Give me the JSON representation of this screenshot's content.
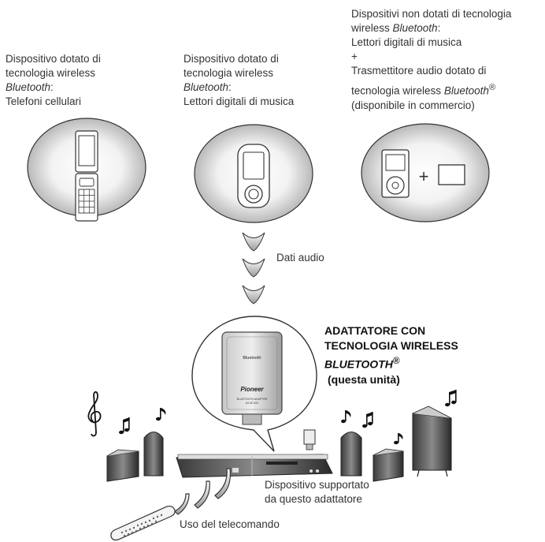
{
  "device_bt_phone": {
    "line1": "Dispositivo dotato di",
    "line2": "tecnologia wireless",
    "line3": "Bluetooth",
    "line3_suffix": ":",
    "line4": "Telefoni cellulari"
  },
  "device_bt_player": {
    "line1": "Dispositivo dotato di",
    "line2": "tecnologia wireless",
    "line3": "Bluetooth",
    "line3_suffix": ":",
    "line4": "Lettori digitali di musica"
  },
  "device_no_bt": {
    "line1": "Dispositivi non dotati di tecnologia",
    "line2_prefix": "wireless ",
    "line2_italic": "Bluetooth",
    "line2_suffix": ":",
    "line3": "Lettori digitali di musica",
    "plus": "+",
    "line4": "Trasmettitore audio dotato di",
    "line5_prefix": "tecnologia wireless ",
    "line5_italic": "Bluetooth",
    "line5_sup": "®",
    "line6": "(disponibile in commercio)"
  },
  "plus_sign": "+",
  "audio_label": "Dati audio",
  "adapter_label": {
    "line1": "ADATTATORE CON",
    "line2": "TECNOLOGIA WIRELESS",
    "line3": "BLUETOOTH",
    "line3_sup": "®",
    "line4": "(questa unità)"
  },
  "adapter_device": {
    "brand_bluetooth": "Bluetooth",
    "brand_pioneer": "Pioneer",
    "model_line1": "BLUETOOTH ADAPTER",
    "model_line2": "AS-BT100"
  },
  "supported_label": {
    "line1": "Dispositivo supportato",
    "line2": "da questo adattatore"
  },
  "remote_label": "Uso del telecomando",
  "icons": [
    "music-note-icon",
    "treble-clef-icon",
    "mobile-phone-icon",
    "music-player-icon",
    "remote-control-icon",
    "speaker-icon"
  ]
}
